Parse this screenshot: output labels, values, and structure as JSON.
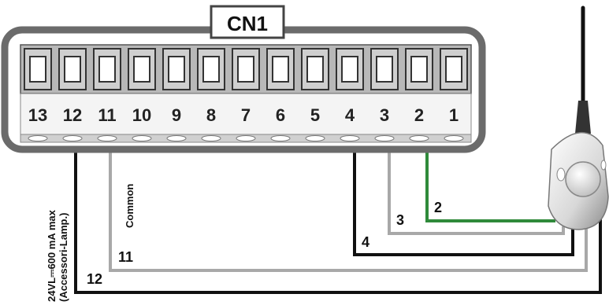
{
  "connector": {
    "title": "CN1",
    "terminals": [
      "13",
      "12",
      "11",
      "10",
      "9",
      "8",
      "7",
      "6",
      "5",
      "4",
      "3",
      "2",
      "1"
    ]
  },
  "wires": [
    {
      "terminal": "2",
      "label": "2",
      "color": "#2f8a3a"
    },
    {
      "terminal": "3",
      "label": "3",
      "color": "#a8a8a8"
    },
    {
      "terminal": "4",
      "label": "4",
      "color": "#111111"
    },
    {
      "terminal": "11",
      "label": "11",
      "color": "#a8a8a8"
    },
    {
      "terminal": "12",
      "label": "12",
      "color": "#111111"
    }
  ],
  "labels": {
    "common": "Common",
    "power_line1": "24VL⎓600 mA max",
    "power_line2": "(Accessori-Lamp.)"
  },
  "device": {
    "type": "receiver-with-antenna"
  }
}
